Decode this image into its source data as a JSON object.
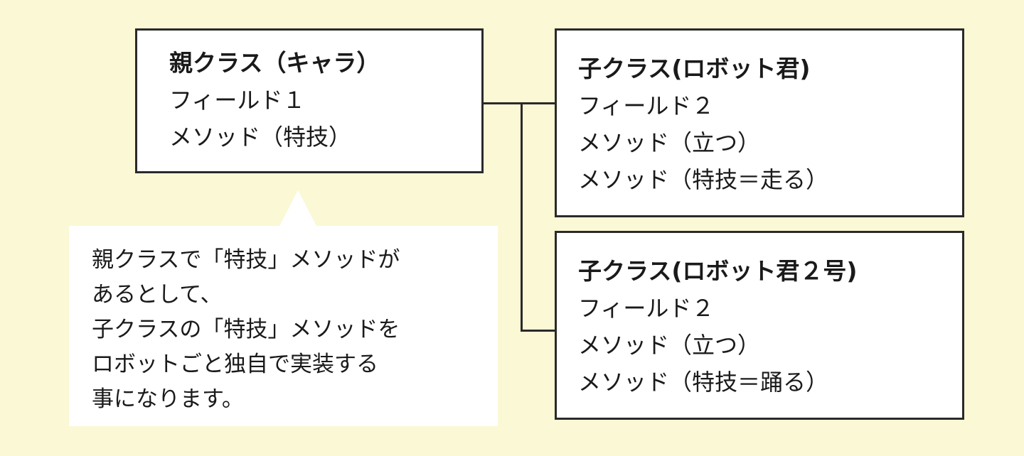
{
  "parent": {
    "title": "親クラス（キャラ）",
    "lines": [
      "フィールド１",
      "メソッド（特技）"
    ]
  },
  "children": [
    {
      "title": "子クラス(ロボット君)",
      "lines": [
        "フィールド２",
        "メソッド（立つ）",
        "メソッド（特技＝走る）"
      ]
    },
    {
      "title": "子クラス(ロボット君２号)",
      "lines": [
        "フィールド２",
        "メソッド（立つ）",
        "メソッド（特技＝踊る）"
      ]
    }
  ],
  "callout": {
    "lines": [
      "親クラスで「特技」メソッドが",
      "あるとして、",
      "子クラスの「特技」メソッドを",
      "ロボットごと独自で実装する",
      "事になります。"
    ]
  }
}
